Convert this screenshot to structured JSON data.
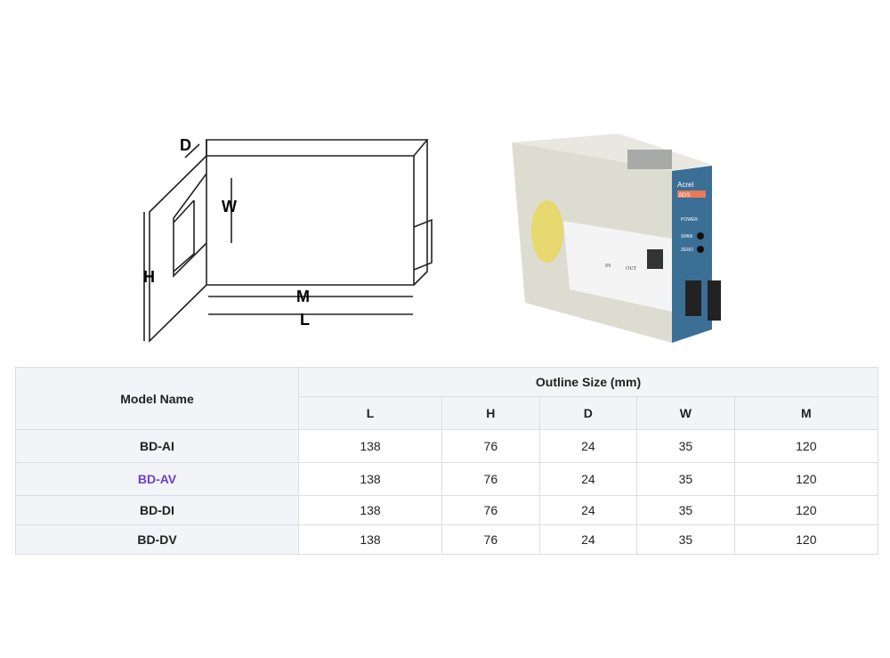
{
  "diagram": {
    "labels": {
      "d": "D",
      "w": "W",
      "h": "H",
      "m": "M",
      "l": "L"
    }
  },
  "photo": {
    "brand": "Acrel",
    "model_tag": "BDS",
    "labels": {
      "power": "POWER",
      "span": "SPAN",
      "zero": "ZERO",
      "in": "IN",
      "out": "OUT"
    }
  },
  "table": {
    "model_header": "Model Name",
    "group_header": "Outline Size (mm)",
    "columns": [
      "L",
      "H",
      "D",
      "W",
      "M"
    ],
    "rows": [
      {
        "model": "BD-AI",
        "values": [
          "138",
          "76",
          "24",
          "35",
          "120"
        ]
      },
      {
        "model": "BD-AV",
        "values": [
          "138",
          "76",
          "24",
          "35",
          "120"
        ]
      },
      {
        "model": "BD-DI",
        "values": [
          "138",
          "76",
          "24",
          "35",
          "120"
        ]
      },
      {
        "model": "BD-DV",
        "values": [
          "138",
          "76",
          "24",
          "35",
          "120"
        ]
      }
    ]
  },
  "colors": {
    "highlight": "#6a3fd0"
  }
}
